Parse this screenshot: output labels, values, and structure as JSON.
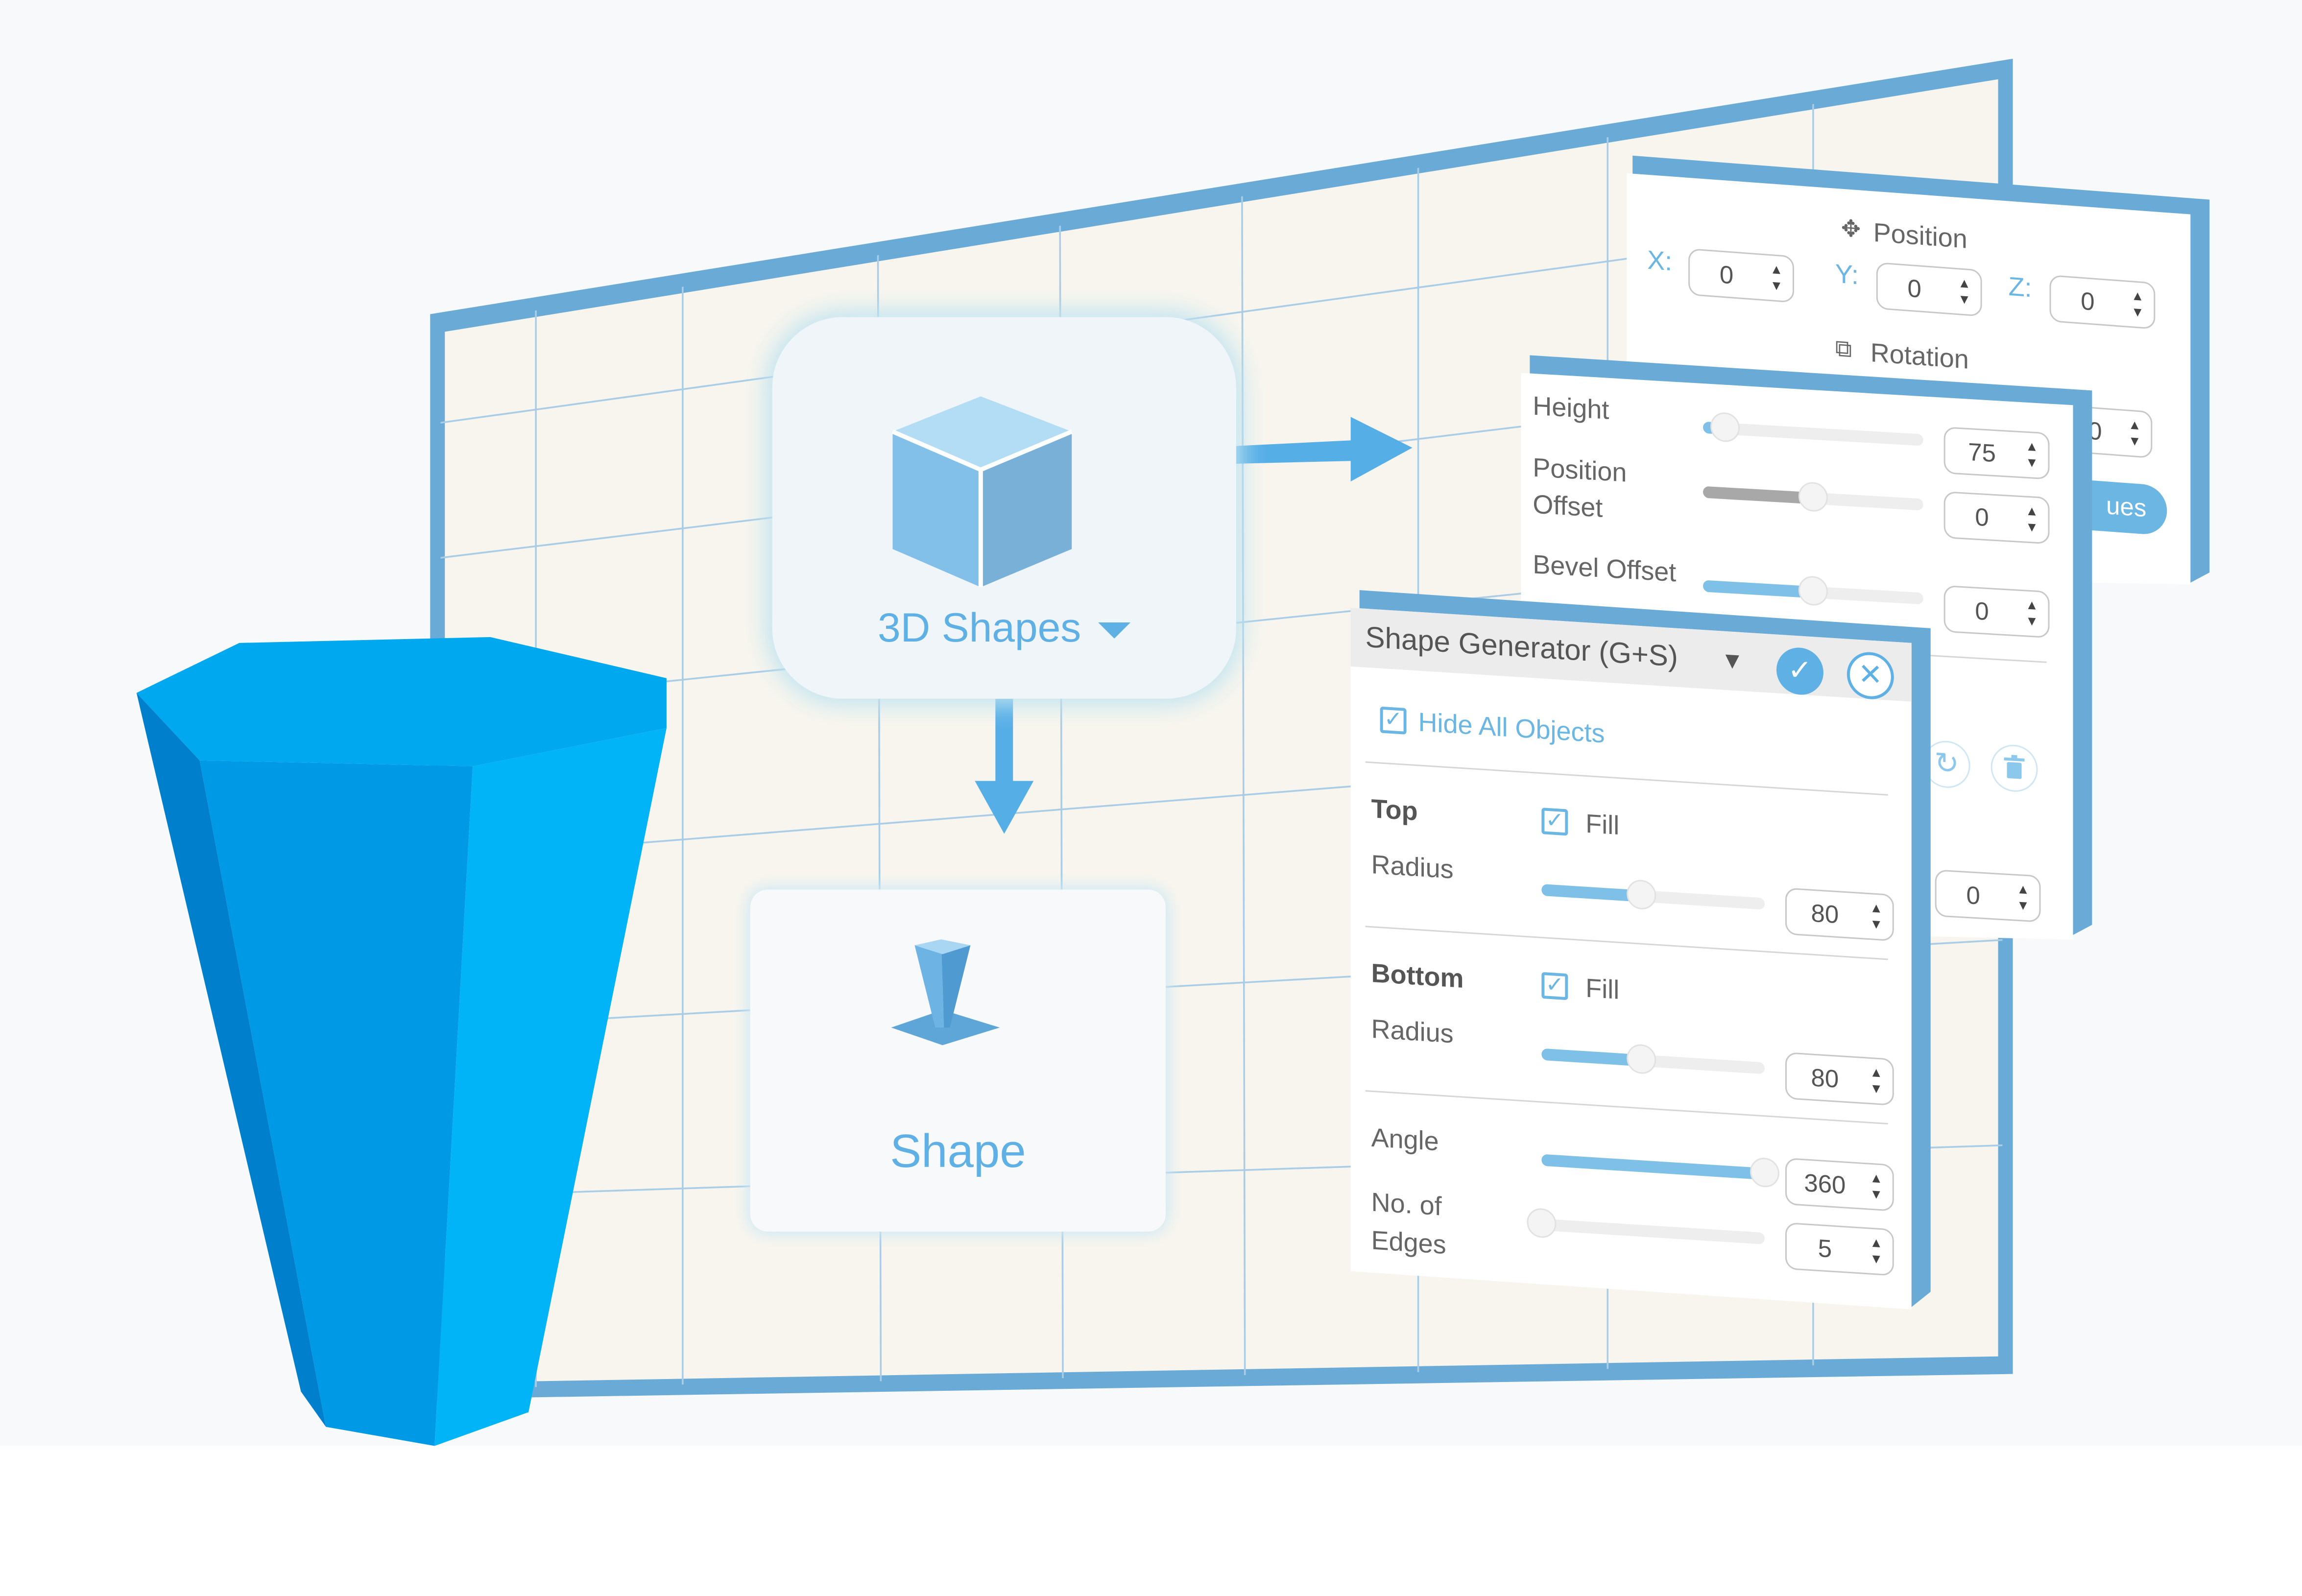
{
  "position_panel": {
    "title": "Position",
    "x_label": "X:",
    "x_value": "0",
    "y_label": "Y:",
    "y_value": "0",
    "z_label": "Z:",
    "z_value": "0",
    "rotation_title": "Rotation",
    "rotation_value_partial": "0",
    "button_partial": "ues"
  },
  "dimension_panel": {
    "height_label": "Height",
    "height_value": "75",
    "height_level": 0.1,
    "position_offset_label_1": "Position",
    "position_offset_label_2": "Offset",
    "position_offset_value": "0",
    "position_offset_level": 0.5,
    "bevel_offset_label": "Bevel Offset",
    "bevel_offset_value": "0",
    "bevel_offset_level": 0.5,
    "extra_value": "0"
  },
  "shape_generator": {
    "title": "Shape Generator (G+S)",
    "hide_all_label": "Hide All Objects",
    "top_heading": "Top",
    "top_fill_label": "Fill",
    "top_radius_label": "Radius",
    "top_radius_value": "80",
    "top_radius_level": 0.45,
    "bottom_heading": "Bottom",
    "bottom_fill_label": "Fill",
    "bottom_radius_label": "Radius",
    "bottom_radius_value": "80",
    "bottom_radius_level": 0.45,
    "angle_label": "Angle",
    "angle_value": "360",
    "angle_level": 1.0,
    "edges_label_1": "No. of",
    "edges_label_2": "Edges",
    "edges_value": "5",
    "edges_level": 0.0
  },
  "cards": {
    "shapes_dropdown_label": "3D Shapes",
    "shape_card_label": "Shape"
  },
  "colors": {
    "frame_blue": "#6aaad6",
    "accent_blue": "#5fb0e4",
    "primitive_blue": "#00a8f0"
  }
}
